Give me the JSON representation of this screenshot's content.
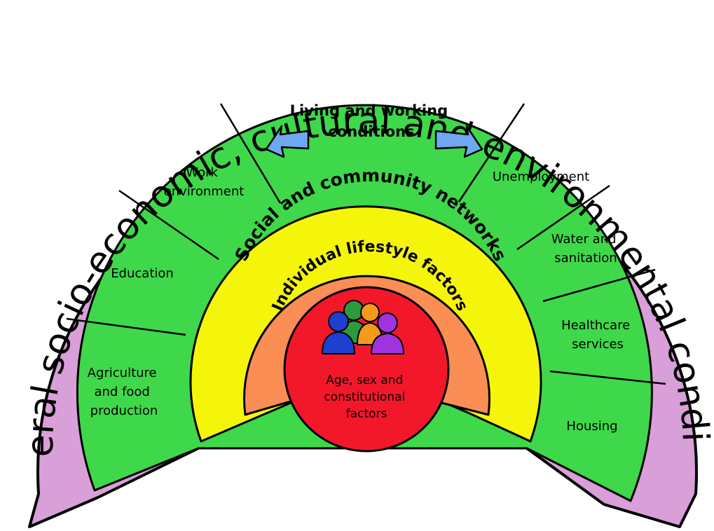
{
  "layers": {
    "outer": "General socio-economic, cultural and environmental conditions",
    "social": "Social and community networks",
    "individual": "Individual lifestyle factors",
    "core": [
      "Age, sex and",
      "constitutional",
      "factors"
    ]
  },
  "living_title": [
    "Living and working",
    "conditions"
  ],
  "segments_left": [
    [
      "Agriculture",
      "and food",
      "production"
    ],
    [
      "Education"
    ],
    [
      "Work",
      "environment"
    ]
  ],
  "segments_right": [
    [
      "Unemployment"
    ],
    [
      "Water and",
      "sanitation"
    ],
    [
      "Healthcare",
      "services"
    ],
    [
      "Housing"
    ]
  ],
  "colors": {
    "outer": "#d89fd8",
    "green": "#3fd84a",
    "yellow": "#f5f50a",
    "orange": "#fb8e55",
    "red": "#f2182a",
    "arrow": "#6fa8f0"
  }
}
